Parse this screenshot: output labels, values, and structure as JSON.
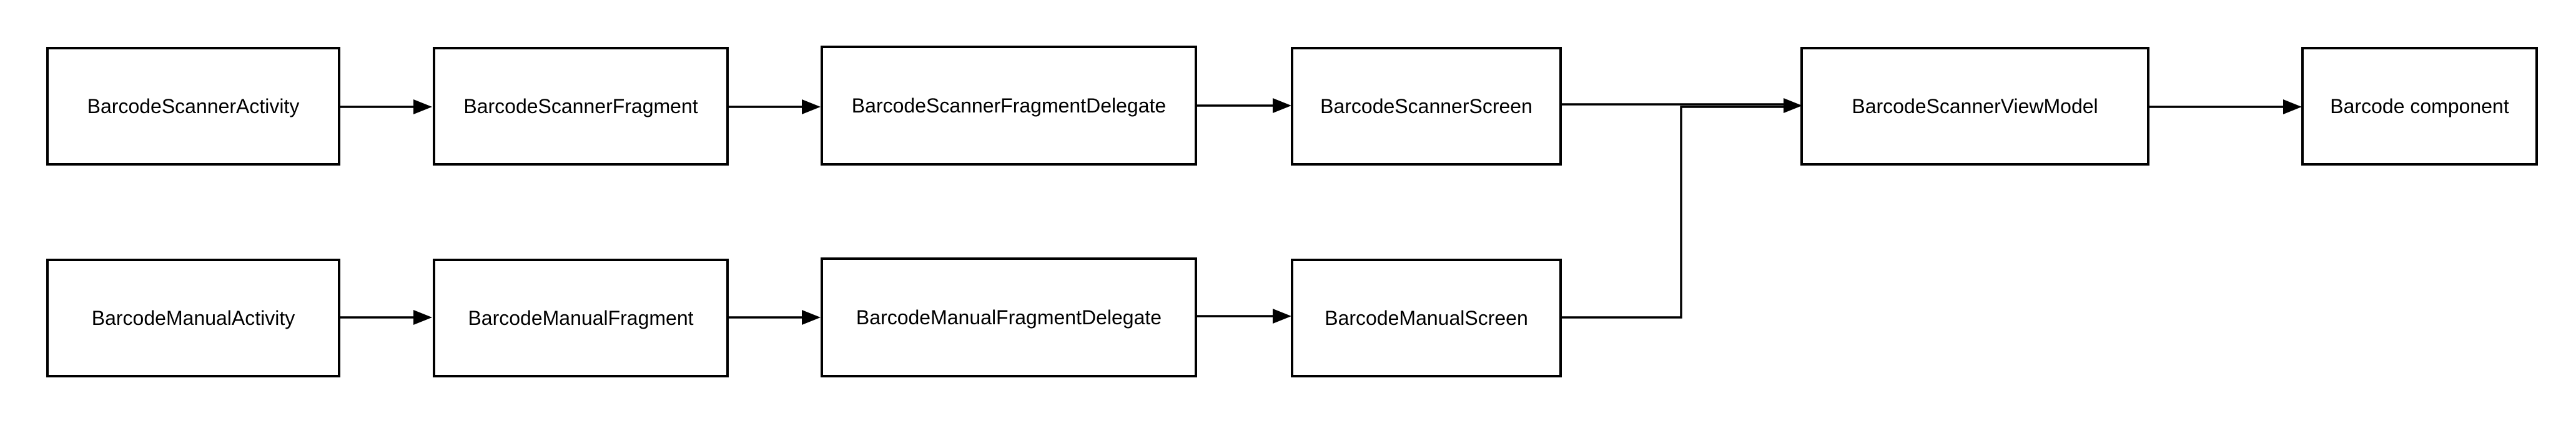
{
  "colors": {
    "background": "#ffffff",
    "border": "#000000",
    "text": "#000000",
    "connector": "#000000"
  },
  "nodes": {
    "scanner_activity": "BarcodeScannerActivity",
    "scanner_fragment": "BarcodeScannerFragment",
    "scanner_fragment_delegate": "BarcodeScannerFragmentDelegate",
    "scanner_screen": "BarcodeScannerScreen",
    "scanner_view_model": "BarcodeScannerViewModel",
    "barcode_component": "Barcode component",
    "manual_activity": "BarcodeManualActivity",
    "manual_fragment": "BarcodeManualFragment",
    "manual_fragment_delegate": "BarcodeManualFragmentDelegate",
    "manual_screen": "BarcodeManualScreen"
  },
  "edges": [
    {
      "from": "scanner_activity",
      "to": "scanner_fragment"
    },
    {
      "from": "scanner_fragment",
      "to": "scanner_fragment_delegate"
    },
    {
      "from": "scanner_fragment_delegate",
      "to": "scanner_screen"
    },
    {
      "from": "scanner_screen",
      "to": "scanner_view_model"
    },
    {
      "from": "scanner_view_model",
      "to": "barcode_component"
    },
    {
      "from": "manual_activity",
      "to": "manual_fragment"
    },
    {
      "from": "manual_fragment",
      "to": "manual_fragment_delegate"
    },
    {
      "from": "manual_fragment_delegate",
      "to": "manual_screen"
    },
    {
      "from": "manual_screen",
      "to": "scanner_view_model"
    }
  ]
}
